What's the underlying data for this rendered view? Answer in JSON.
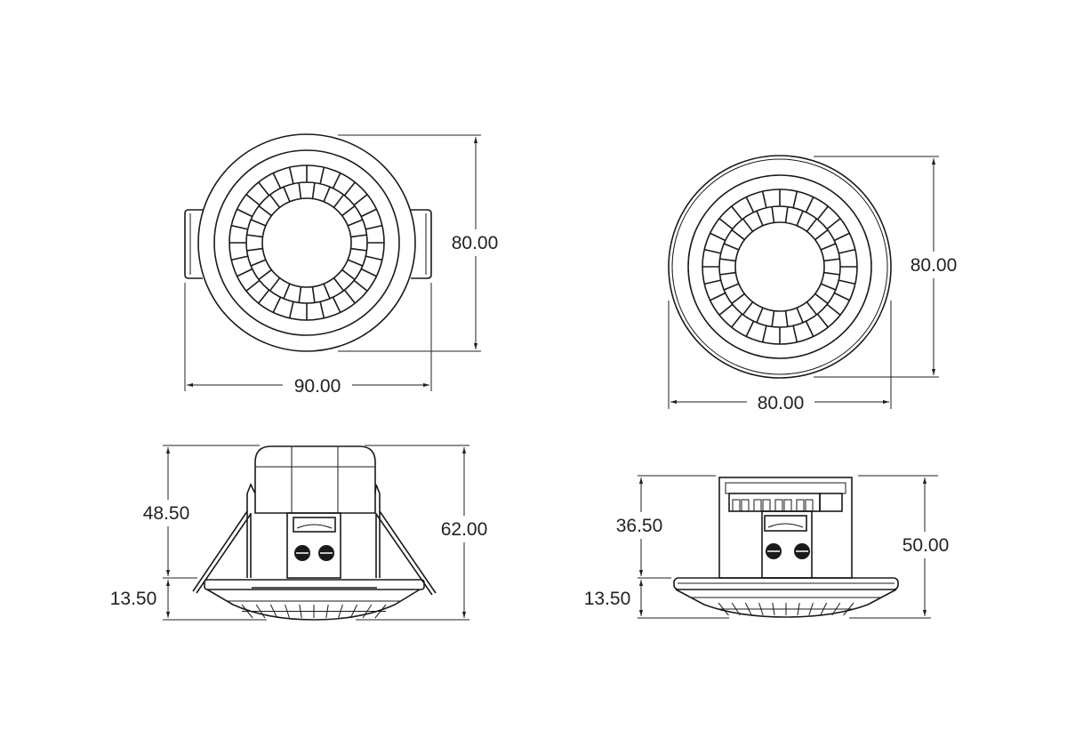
{
  "views": {
    "top_left": {
      "width_label": "90.00",
      "height_label": "80.00"
    },
    "top_right": {
      "width_label": "80.00",
      "height_label": "80.00"
    },
    "side_left": {
      "body_label": "48.50",
      "lens_label": "13.50",
      "total_label": "62.00"
    },
    "side_right": {
      "body_label": "36.50",
      "lens_label": "13.50",
      "total_label": "50.00"
    }
  },
  "colors": {
    "line": "#1a1a1a",
    "background": "#ffffff"
  }
}
